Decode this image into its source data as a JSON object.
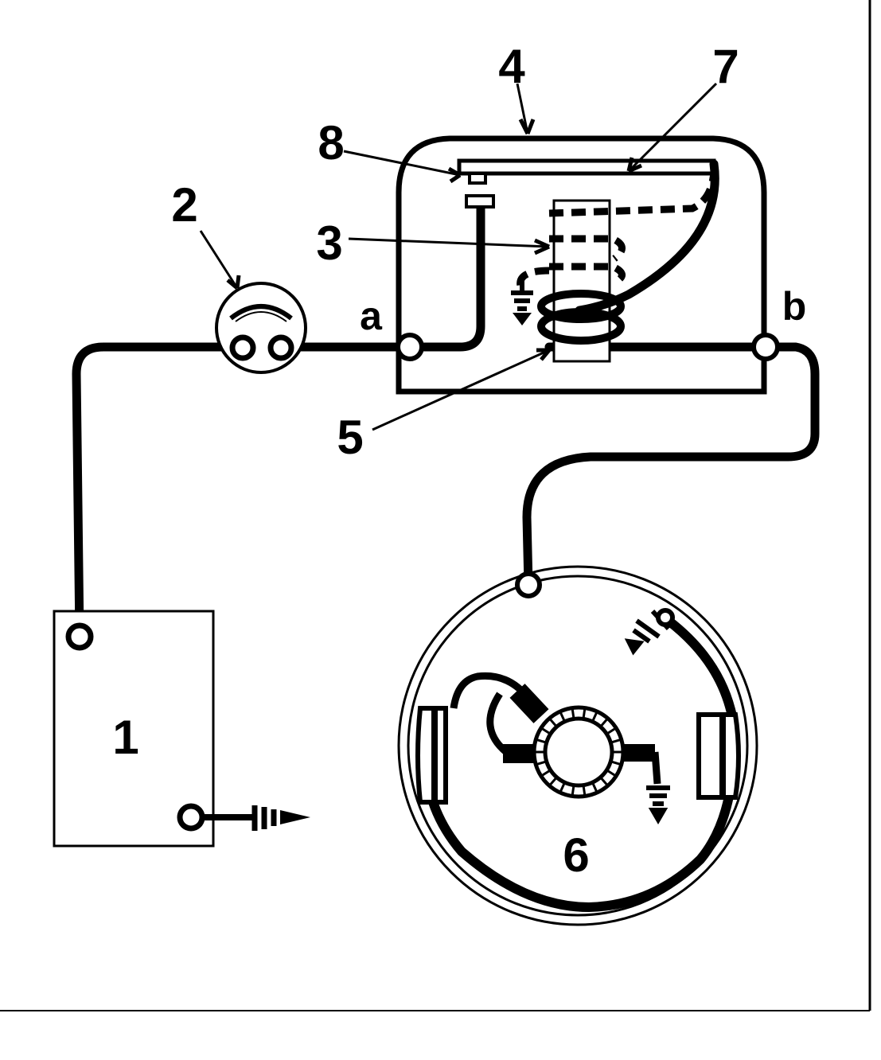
{
  "diagram": {
    "labels": {
      "battery": "1",
      "ammeter": "2",
      "coil": "3",
      "relay_housing": "4",
      "lower_winding": "5",
      "generator": "6",
      "armature_spring": "7",
      "contacts": "8",
      "terminal_a": "a",
      "terminal_b": "b"
    },
    "colors": {
      "ink": "#000000",
      "paper": "#ffffff"
    }
  }
}
